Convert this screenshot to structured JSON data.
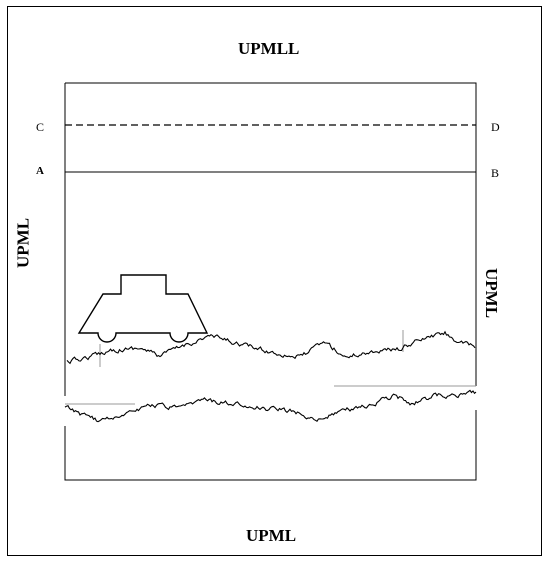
{
  "boundary_labels": {
    "top": "UPMLL",
    "bottom": "UPML",
    "left": "UPML",
    "right": "UPML"
  },
  "line_labels": {
    "solid_left": "A",
    "solid_right": "B",
    "dashed_left": "C",
    "dashed_right": "D"
  },
  "colors": {
    "stroke": "#000000",
    "background": "#ffffff"
  }
}
